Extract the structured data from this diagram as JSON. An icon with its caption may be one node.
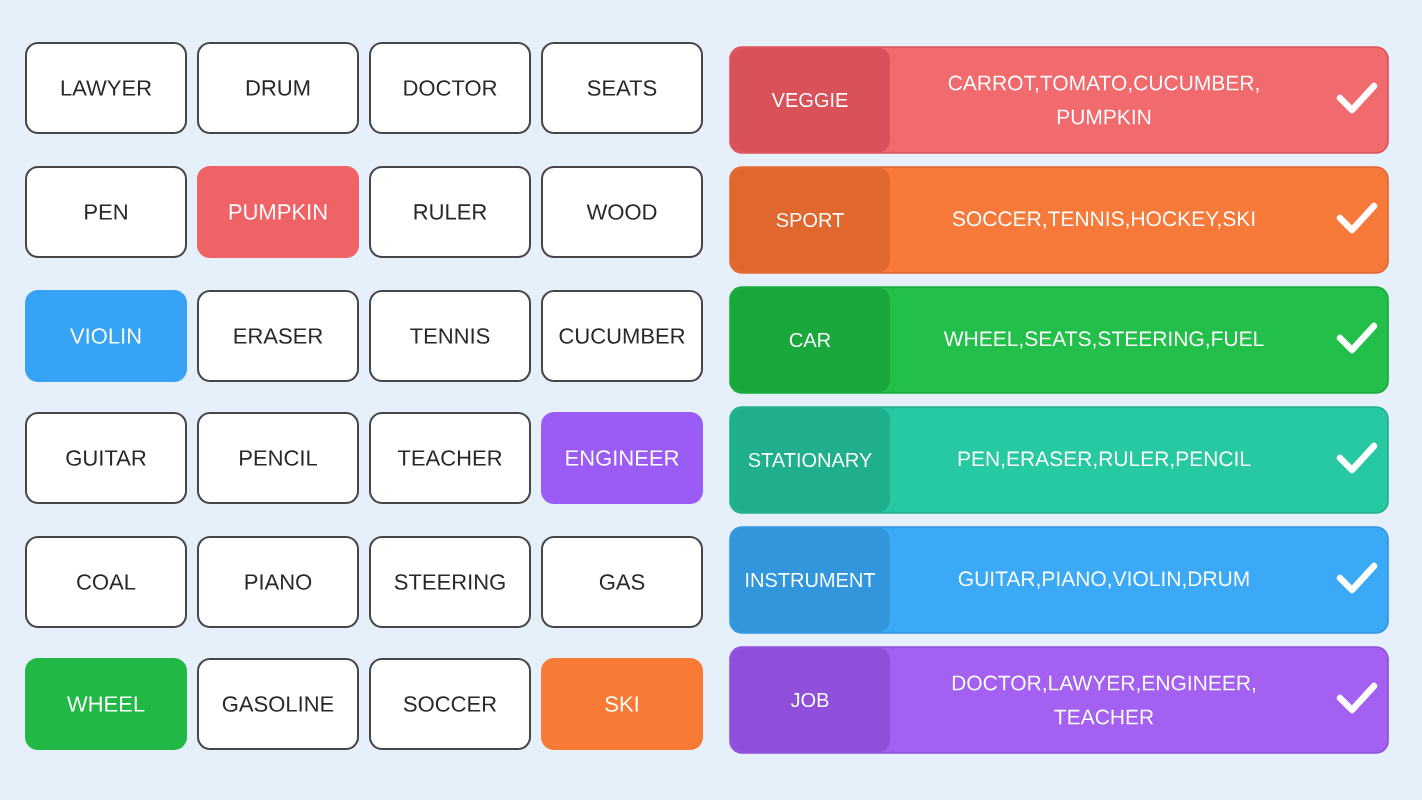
{
  "diagram": {
    "nodes": [
      {
        "text": [
          "LAWYER"
        ]
      },
      {
        "text": [
          "DRUM"
        ]
      },
      {
        "text": [
          "DOCTOR"
        ]
      },
      {
        "text": [
          "SEATS"
        ]
      },
      {
        "text": [
          "PEN"
        ]
      },
      {
        "text": [
          "PUMPKIN"
        ]
      },
      {
        "text": [
          "RULER"
        ]
      },
      {
        "text": [
          "WOOD"
        ]
      },
      {
        "text": [
          "VIOLIN"
        ]
      },
      {
        "text": [
          "ERASER"
        ]
      },
      {
        "text": [
          "TENNIS"
        ]
      },
      {
        "text": [
          "CUCUMBER"
        ]
      },
      {
        "text": [
          "GUITAR"
        ]
      },
      {
        "text": [
          "PENCIL"
        ]
      },
      {
        "text": [
          "TEACHER"
        ]
      },
      {
        "text": [
          "ENGINEER"
        ]
      },
      {
        "text": [
          "COAL"
        ]
      },
      {
        "text": [
          "PIANO"
        ]
      },
      {
        "text": [
          "STEERING"
        ]
      },
      {
        "text": [
          "GAS"
        ]
      },
      {
        "text": [
          "WHEEL"
        ]
      },
      {
        "text": [
          "GASOLINE"
        ]
      },
      {
        "text": [
          "SOCCER"
        ]
      },
      {
        "text": [
          "SKI"
        ]
      },
      {
        "text": [
          "VEGGIE",
          "CARROT,TOMATO,CUCUMBER, PUMPKIN"
        ]
      },
      {
        "text": [
          "SPORT",
          "SOCCER,TENNIS,HOCKEY,SKI"
        ]
      },
      {
        "text": [
          "CAR",
          "WHEEL,SEATS,STEERING,FUEL"
        ]
      },
      {
        "text": [
          "STATIONARY",
          "PEN,ERASER,RULER,PENCIL"
        ]
      },
      {
        "text": [
          "INSTRUMENT",
          "GUITAR,PIANO,VIOLIN,DRUM"
        ]
      },
      {
        "text": [
          "JOB",
          "DOCTOR,LAWYER,ENGINEER, TEACHER"
        ]
      }
    ]
  }
}
